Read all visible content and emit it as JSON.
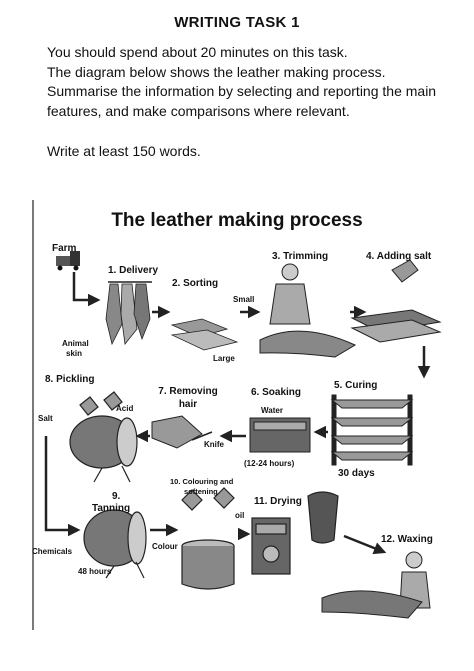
{
  "header": {
    "task_title": "WRITING TASK 1",
    "line1": "You should spend about 20 minutes on this task.",
    "line2": "The diagram below shows the leather making process.",
    "line3": "Summarise the information by selecting and reporting the main features, and make comparisons where relevant.",
    "write_instruction": "Write at least 150 words."
  },
  "diagram": {
    "title": "The leather making process",
    "labels": {
      "farm": "Farm",
      "delivery": "1. Delivery",
      "animal_skin_1": "Animal",
      "animal_skin_2": "skin",
      "sorting": "2. Sorting",
      "small": "Small",
      "large": "Large",
      "trimming": "3. Trimming",
      "adding_salt": "4. Adding salt",
      "curing": "5. Curing",
      "thirty_days": "30 days",
      "soaking": "6. Soaking",
      "water": "Water",
      "soak_time": "(12-24 hours)",
      "removing_hair_1": "7. Removing",
      "removing_hair_2": "hair",
      "knife": "Knife",
      "pickling": "8. Pickling",
      "salt": "Salt",
      "acid": "Acid",
      "tanning_1": "9.",
      "tanning_2": "Tanning",
      "chemicals": "Chemicals",
      "forty_eight_hours": "48 hours",
      "colouring_1": "10. Colouring and",
      "colouring_2": "softening",
      "oil": "oil",
      "colour": "Colour",
      "drying": "11. Drying",
      "waxing": "12. Waxing"
    }
  }
}
